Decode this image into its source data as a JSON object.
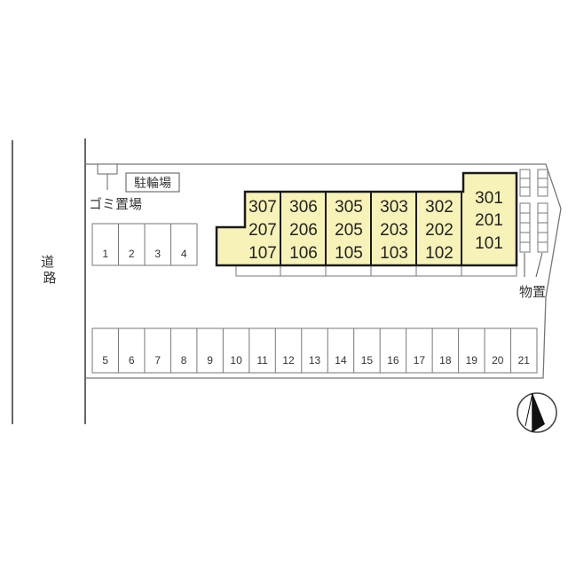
{
  "map": {
    "road_label": "道路",
    "bicycle_parking_label": "駐輪場",
    "garbage_label": "ゴミ置場",
    "storage_label": "物置"
  },
  "colors": {
    "building_fill": "#f7f3b8",
    "line": "#777777",
    "building_outline": "#1a1a1a"
  },
  "units": [
    [
      "307",
      "207",
      "107"
    ],
    [
      "306",
      "206",
      "106"
    ],
    [
      "305",
      "205",
      "105"
    ],
    [
      "303",
      "203",
      "103"
    ],
    [
      "302",
      "202",
      "102"
    ],
    [
      "301",
      "201",
      "101"
    ]
  ],
  "parking_left": [
    "1",
    "2",
    "3",
    "4"
  ],
  "parking_bottom": [
    "5",
    "6",
    "7",
    "8",
    "9",
    "10",
    "11",
    "12",
    "13",
    "14",
    "15",
    "16",
    "17",
    "18",
    "19",
    "20",
    "21"
  ],
  "compass": {
    "icon": "north-arrow-icon"
  }
}
